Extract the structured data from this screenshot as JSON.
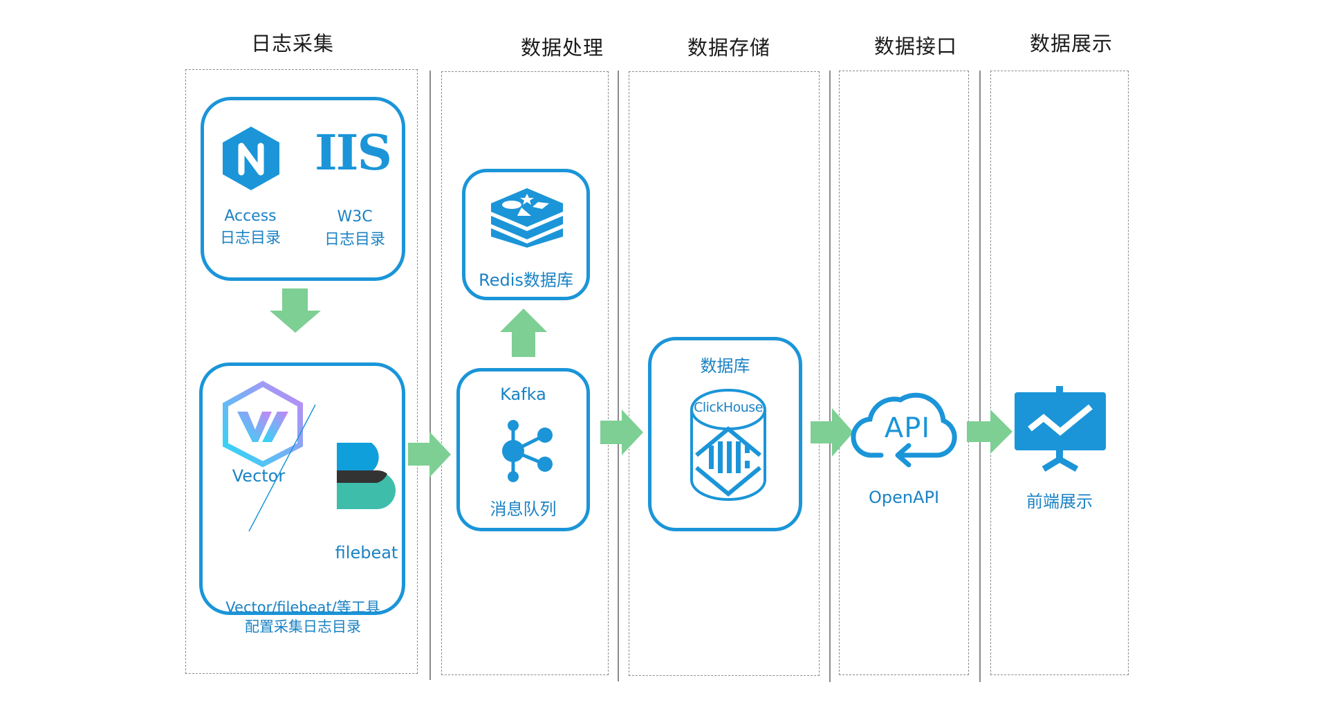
{
  "colors": {
    "accent_blue": "#1b95d8",
    "arrow_green": "#7dcf93",
    "panel_border": "#8a8a8a",
    "title_text": "#1a1a1a"
  },
  "columns": [
    {
      "title": "日志采集"
    },
    {
      "title": "数据处理"
    },
    {
      "title": "数据存储"
    },
    {
      "title": "数据接口"
    },
    {
      "title": "数据展示"
    }
  ],
  "collection": {
    "sources": [
      {
        "icon": "nginx-icon",
        "name": "Access",
        "desc": "日志目录"
      },
      {
        "icon": "iis-icon",
        "logo_text": "IIS",
        "name": "W3C",
        "desc": "日志目录"
      }
    ],
    "tools": [
      {
        "icon": "vector-icon",
        "name": "Vector"
      },
      {
        "icon": "filebeat-icon",
        "name": "filebeat"
      }
    ],
    "tools_caption_line1": "Vector/filebeat/等工具",
    "tools_caption_line2": "配置采集日志目录"
  },
  "processing": {
    "redis": {
      "icon": "redis-icon",
      "label": "Redis数据库"
    },
    "kafka": {
      "icon": "kafka-icon",
      "title": "Kafka",
      "label": "消息队列"
    }
  },
  "storage": {
    "title": "数据库",
    "db_icon_label": "ClickHouse"
  },
  "interface": {
    "icon": "api-cloud-icon",
    "icon_text": "API",
    "label": "OpenAPI"
  },
  "display": {
    "icon": "presentation-chart-icon",
    "label": "前端展示"
  },
  "flow": [
    {
      "from": "日志目录",
      "to": "Vector/filebeat",
      "direction": "down"
    },
    {
      "from": "Vector/filebeat",
      "to": "Kafka",
      "direction": "right"
    },
    {
      "from": "Kafka",
      "to": "Redis数据库",
      "direction": "up"
    },
    {
      "from": "Kafka",
      "to": "ClickHouse",
      "direction": "right"
    },
    {
      "from": "ClickHouse",
      "to": "OpenAPI",
      "direction": "right"
    },
    {
      "from": "OpenAPI",
      "to": "前端展示",
      "direction": "right"
    }
  ]
}
